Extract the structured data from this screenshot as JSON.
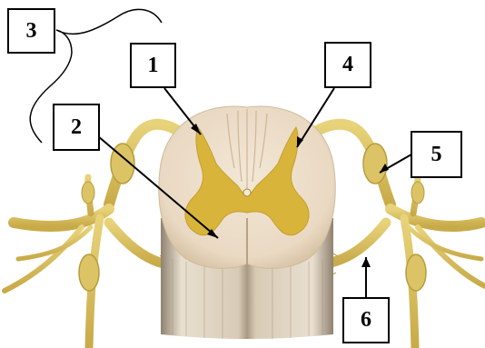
{
  "colors": {
    "white_matter": "#ede0cc",
    "white_matter_shadow": "#d9c8ae",
    "gray_matter": "#d9b43a",
    "nerve": "#dcc66a",
    "nerve_dark": "#b89c3c",
    "root_fibers": "#c9a85a",
    "column_light": "#e7dccb",
    "column_dark": "#b8aa94",
    "line": "#000000"
  },
  "labels": [
    {
      "id": "1",
      "text": "1"
    },
    {
      "id": "2",
      "text": "2"
    },
    {
      "id": "3",
      "text": "3"
    },
    {
      "id": "4",
      "text": "4"
    },
    {
      "id": "5",
      "text": "5"
    },
    {
      "id": "6",
      "text": "6"
    }
  ]
}
